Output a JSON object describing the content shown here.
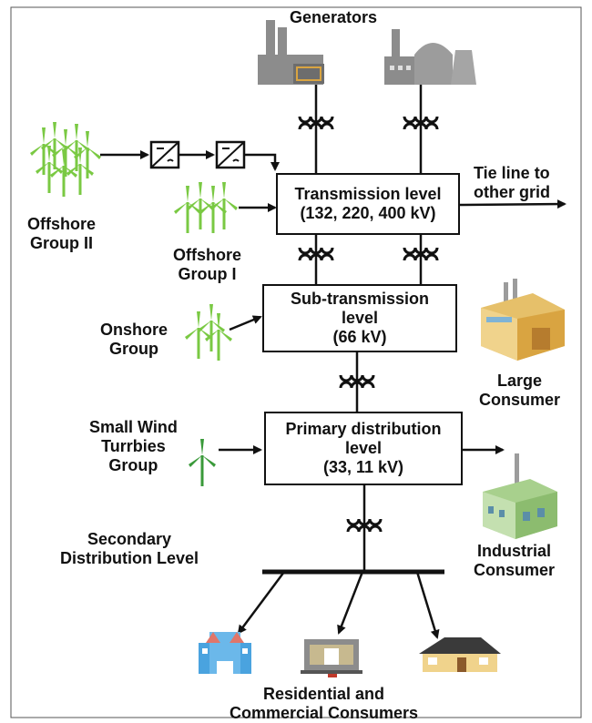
{
  "title": "Generators",
  "boxes": {
    "transmission": {
      "line1": "Transmission level",
      "line2": "(132, 220, 400 kV)"
    },
    "subtransmission": {
      "line1": "Sub-transmission",
      "line2": "level",
      "line3": "(66 kV)"
    },
    "primary": {
      "line1": "Primary distribution",
      "line2": "level",
      "line3": "(33, 11 kV)"
    }
  },
  "labels": {
    "tie_line": [
      "Tie line to",
      "other grid"
    ],
    "offshore_group_2": [
      "Offshore",
      "Group II"
    ],
    "offshore_group_1": [
      "Offshore",
      "Group I"
    ],
    "onshore_group": [
      "Onshore",
      "Group"
    ],
    "small_wind": [
      "Small Wind",
      "Turrbies",
      "Group"
    ],
    "secondary": [
      "Secondary",
      "Distribution Level"
    ],
    "large_consumer": [
      "Large",
      "Consumer"
    ],
    "industrial_consumer": [
      "Industrial",
      "Consumer"
    ],
    "residential": [
      "Residential and",
      "Commercial Consumers"
    ]
  },
  "icons": [
    "coal-plant-icon",
    "nuclear-plant-icon",
    "transformer-icon",
    "converter-icon",
    "wind-turbine-icon",
    "factory-icon",
    "office-building-icon",
    "shop-icon",
    "house-icon"
  ],
  "colors": {
    "turbine_light": "#7ac943",
    "turbine_dark": "#3a9a3a",
    "plant_gray": "#8c8c8c",
    "line": "#111111"
  }
}
